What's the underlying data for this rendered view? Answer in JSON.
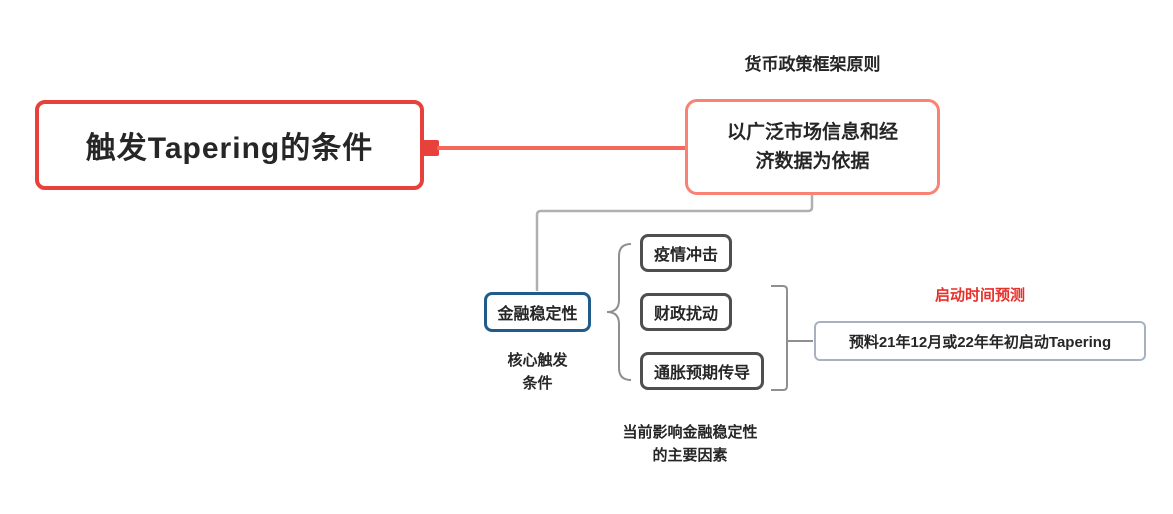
{
  "diagram": {
    "root": {
      "label": "触发Tapering的条件"
    },
    "policy": {
      "caption": "货币政策框架原则",
      "lines": [
        "以广泛市场信息和经",
        "济数据为依据"
      ]
    },
    "stability": {
      "label": "金融稳定性",
      "caption_lines": [
        "核心触发",
        "条件"
      ]
    },
    "factors": {
      "items": [
        "疫情冲击",
        "财政扰动",
        "通胀预期传导"
      ],
      "caption_lines": [
        "当前影响金融稳定性",
        "的主要因素"
      ]
    },
    "prediction": {
      "caption": "启动时间预测",
      "label": "预料21年12月或22年年初启动Tapering"
    }
  },
  "colors": {
    "root_border": "#e8413c",
    "policy_border": "#f98274",
    "stability_border": "#1f5c8b",
    "factor_border": "#4f4f4f",
    "prediction_border": "#a6b2bf",
    "red_connector": "#f2695c",
    "gray_connector": "#b0b0b0",
    "caption_red": "#e8302a",
    "text": "#262626"
  }
}
